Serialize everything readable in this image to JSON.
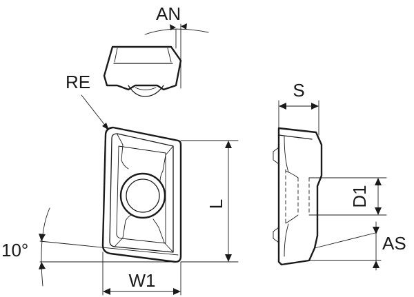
{
  "labels": {
    "an": "AN",
    "re": "RE",
    "s": "S",
    "l": "L",
    "d1": "D1",
    "angle": "10°",
    "w1": "W1",
    "as": "AS"
  }
}
